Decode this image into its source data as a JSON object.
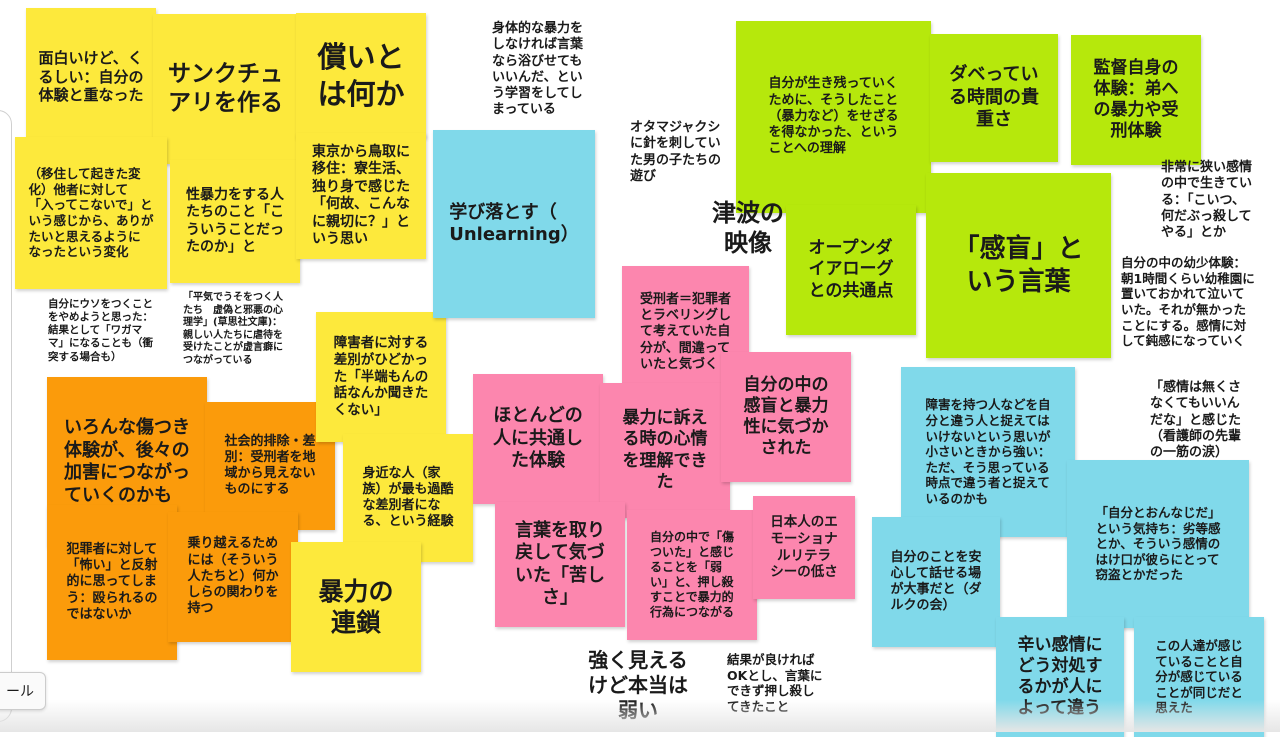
{
  "palette": {
    "yellow": "#fde93c",
    "orange": "#fb9b0b",
    "green": "#b6e80c",
    "blue": "#80d9ea",
    "pink": "#fc86ae"
  },
  "tooltip": "ール",
  "notes": [
    {
      "color": "yellow",
      "text": "面白いけど、く\nるしい：自分の\n体験と重なった"
    },
    {
      "color": "yellow",
      "text": "サンクチュ\nアリを作る"
    },
    {
      "color": "yellow",
      "text": "償いと\nは何か"
    },
    {
      "color": "yellow",
      "text": "（移住して起きた変\n化）他者に対して\n「入ってこないで」と\nいう感じから、ありが\nたいと思えるように\nなったという変化"
    },
    {
      "color": "yellow",
      "text": "性暴力をする人\nたちのこと「こ\nういうことだっ\nたのか」と"
    },
    {
      "color": "yellow",
      "text": "東京から鳥取に\n移住：寮生活、\n独り身で感じた\n「何故、こんな\nに親切に？」と\nいう思い"
    },
    {
      "color": "yellow",
      "text": "障害者に対する\n差別がひどかっ\nた「半端もんの\n話なんか聞きた\nくない」"
    },
    {
      "color": "yellow",
      "text": "身近な人（家\n族）が最も過酷\nな差別者にな\nる、という経験"
    },
    {
      "color": "yellow",
      "text": "暴力の\n連鎖"
    },
    {
      "color": "orange",
      "text": "いろんな傷つき\n体験が、後々の\n加害につながっ\nていくのかも"
    },
    {
      "color": "orange",
      "text": "社会的排除・差\n別：受刑者を地\n域から見えない\nものにする"
    },
    {
      "color": "orange",
      "text": "犯罪者に対して\n「怖い」と反射\n的に思ってしま\nう：殴られるの\nではないか"
    },
    {
      "color": "orange",
      "text": "乗り越えるため\nには（そういう\n人たちと）何か\nしらの関わりを\n持つ"
    },
    {
      "color": "none",
      "text": "自分にウソをつくこと\nをやめようと思った：\n結果として「ワガマ\nマ」になることも（衝\n突する場合も）"
    },
    {
      "color": "none",
      "text": "「平気でうそをつく人\nたち　虚偽と邪悪の心\n理学」(草思社文庫)：\n親しい人たちに虐待を\n受けたことが虚言癖に\nつながっている"
    },
    {
      "color": "none",
      "text": "身体的な暴力を\nしなければ言葉\nなら浴びせても\nいいんだ、とい\nう学習をしてし\nまっている"
    },
    {
      "color": "none",
      "text": "オタマジャクシ\nに針を刺してい\nた男の子たちの\n遊び"
    },
    {
      "color": "none",
      "text": "津波の\n映像"
    },
    {
      "color": "none",
      "text": "非常に狭い感情\nの中で生きてい\nる：「こいつ、\n何だぶっ殺して\nやる」とか"
    },
    {
      "color": "none",
      "text": "自分の中の幼少体験：\n朝1時間くらい幼稚園に\n置いておかれて泣いて\nいた。それが無かった\nことにする。感情に対\nして鈍感になっていく"
    },
    {
      "color": "none",
      "text": "「感情は無くさ\nなくてもいいん\nだな」と感じた\n（看護師の先輩\nの一筋の涙）"
    },
    {
      "color": "none",
      "text": "強く見える\nけど本当は\n弱い"
    },
    {
      "color": "none",
      "text": "結果が良ければ\nOKとし、言葉に\nできず押し殺し\nてきたこと"
    },
    {
      "color": "blue",
      "text": "学び落とす（\nUnlearning）"
    },
    {
      "color": "blue",
      "text": "障害を持つ人などを自\n分と違う人と捉えては\nいけないという思いが\n小さいときから強い：\nただ、そう思っている\n時点で違う者と捉えて\nいるのかも"
    },
    {
      "color": "blue",
      "text": "「自分とおんなじだ」\nという気持ち：劣等感\nとか、そういう感情の\nはけ口が彼らにとって\n窃盗とかだった"
    },
    {
      "color": "blue",
      "text": "自分のことを安\n心して話せる場\nが大事だと（ダ\nルクの会）"
    },
    {
      "color": "blue",
      "text": "辛い感情に\nどう対処す\nるかが人に\nよって違う"
    },
    {
      "color": "blue",
      "text": "この人達が感じ\nていることと自\n分が感じている\nことが同じだと\n思えた"
    },
    {
      "color": "green",
      "text": "自分が生き残っていく\nために、そうしたこと\n（暴力など）をせざる\nを得なかった、という\nことへの理解"
    },
    {
      "color": "green",
      "text": "ダベってい\nる時間の貴\n重さ"
    },
    {
      "color": "green",
      "text": "監督自身の\n体験：弟へ\nの暴力や受\n刑体験"
    },
    {
      "color": "green",
      "text": "オープンダ\nイアローグ\nとの共通点"
    },
    {
      "color": "green",
      "text": "「感盲」と\nいう言葉"
    },
    {
      "color": "pink",
      "text": "受刑者＝犯罪者\nとラベリングし\nて考えていた自\n分が、間違って\nいたと気づく"
    },
    {
      "color": "pink",
      "text": "ほとんどの\n人に共通し\nた体験"
    },
    {
      "color": "pink",
      "text": "暴力に訴え\nる時の心情\nを理解でき\nた"
    },
    {
      "color": "pink",
      "text": "自分の中の\n感盲と暴力\n性に気づか\nされた"
    },
    {
      "color": "pink",
      "text": "言葉を取り\n戻して気づ\nいた「苦し\nさ」"
    },
    {
      "color": "pink",
      "text": "自分の中で「傷\nついた」と感じ\nることを「弱\nい」と、押し殺\nすことで暴力的\n行為につながる"
    },
    {
      "color": "pink",
      "text": "日本人のエ\nモーショナ\nルリテラ\nシーの低さ"
    }
  ]
}
